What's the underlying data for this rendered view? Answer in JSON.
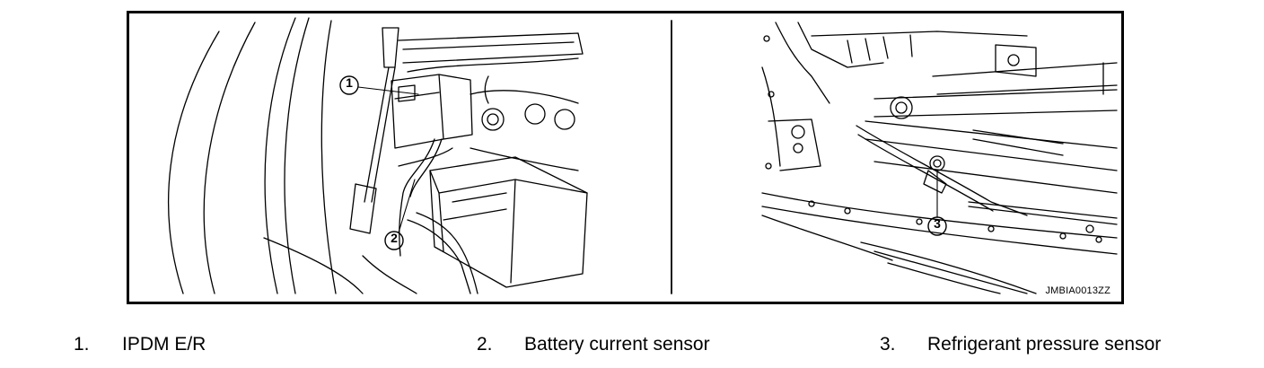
{
  "figure": {
    "code": "JMBIA0013ZZ",
    "callouts": [
      "1",
      "2",
      "3"
    ]
  },
  "legend": [
    {
      "number": "1.",
      "text": "IPDM E/R"
    },
    {
      "number": "2.",
      "text": "Battery current sensor"
    },
    {
      "number": "3.",
      "text": "Refrigerant pressure sensor"
    }
  ]
}
